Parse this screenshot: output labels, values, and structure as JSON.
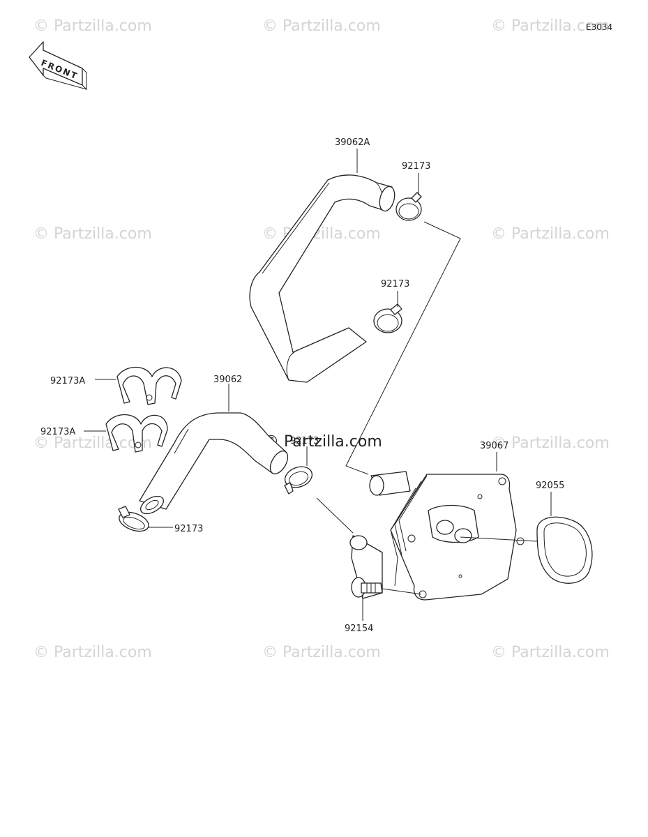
{
  "diagram": {
    "code": "E3034",
    "front_arrow_label": "FRONT",
    "watermark": "© Partzilla.com",
    "watermark_dark": "© Partzilla.com",
    "parts": {
      "hose_upper": "39062A",
      "clamp_upper_1": "92173",
      "clamp_upper_2": "92173",
      "holder_1": "92173A",
      "holder_2": "92173A",
      "hose_lower": "39062",
      "clamp_lower_left": "92173",
      "clamp_lower_mid": "92173",
      "oil_cooler": "39067",
      "o_ring": "92055",
      "bolt": "92154"
    }
  }
}
